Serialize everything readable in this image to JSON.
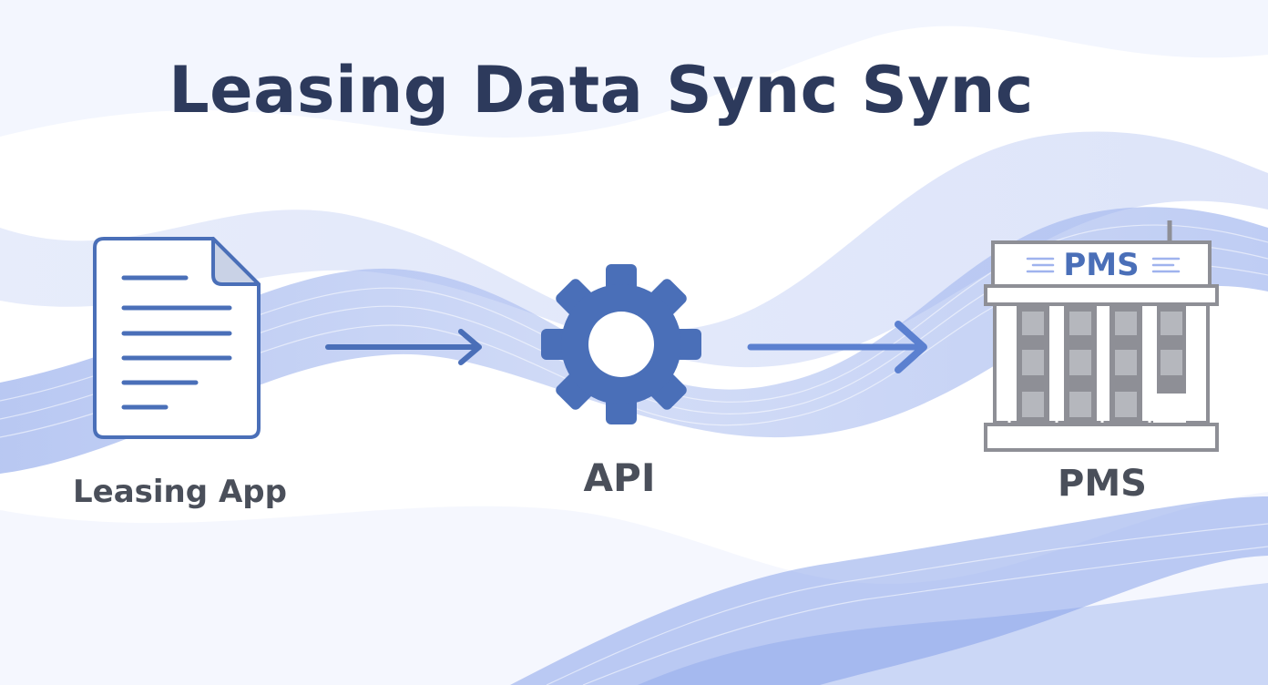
{
  "diagram": {
    "title": "Leasing Data Sync Sync",
    "nodes": [
      {
        "id": "leasing-app",
        "label": "Leasing App",
        "icon": "document-icon"
      },
      {
        "id": "api",
        "label": "API",
        "icon": "gear-icon"
      },
      {
        "id": "pms",
        "label": "PMS",
        "icon": "building-icon",
        "sign": "PMS"
      }
    ],
    "edges": [
      {
        "from": "leasing-app",
        "to": "api"
      },
      {
        "from": "api",
        "to": "pms"
      }
    ],
    "colors": {
      "title": "#2d3a5c",
      "label": "#4a4f5a",
      "accent": "#4a6fb8",
      "wave": "#7f9be8",
      "building": "#8e8f96"
    }
  }
}
